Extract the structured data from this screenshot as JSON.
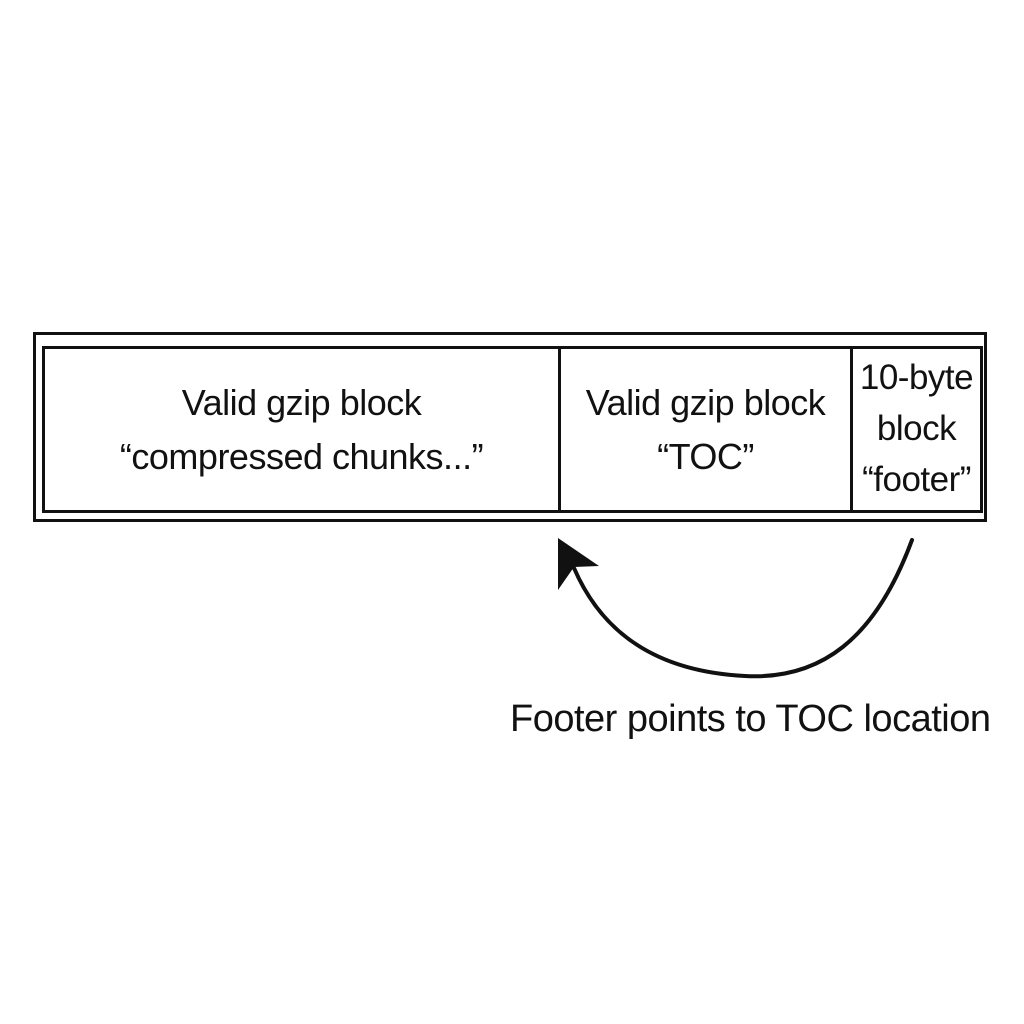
{
  "blocks": [
    {
      "line1": "Valid gzip block",
      "line2": "“compressed chunks...”"
    },
    {
      "line1": "Valid gzip block",
      "line2": "“TOC”"
    },
    {
      "line1": "10-byte",
      "line2": "block",
      "line3": "“footer”"
    }
  ],
  "caption": "Footer points to TOC location",
  "colors": {
    "stroke": "#111111",
    "background": "#ffffff"
  },
  "icons": {
    "arrow": "curved-arrow-icon"
  }
}
